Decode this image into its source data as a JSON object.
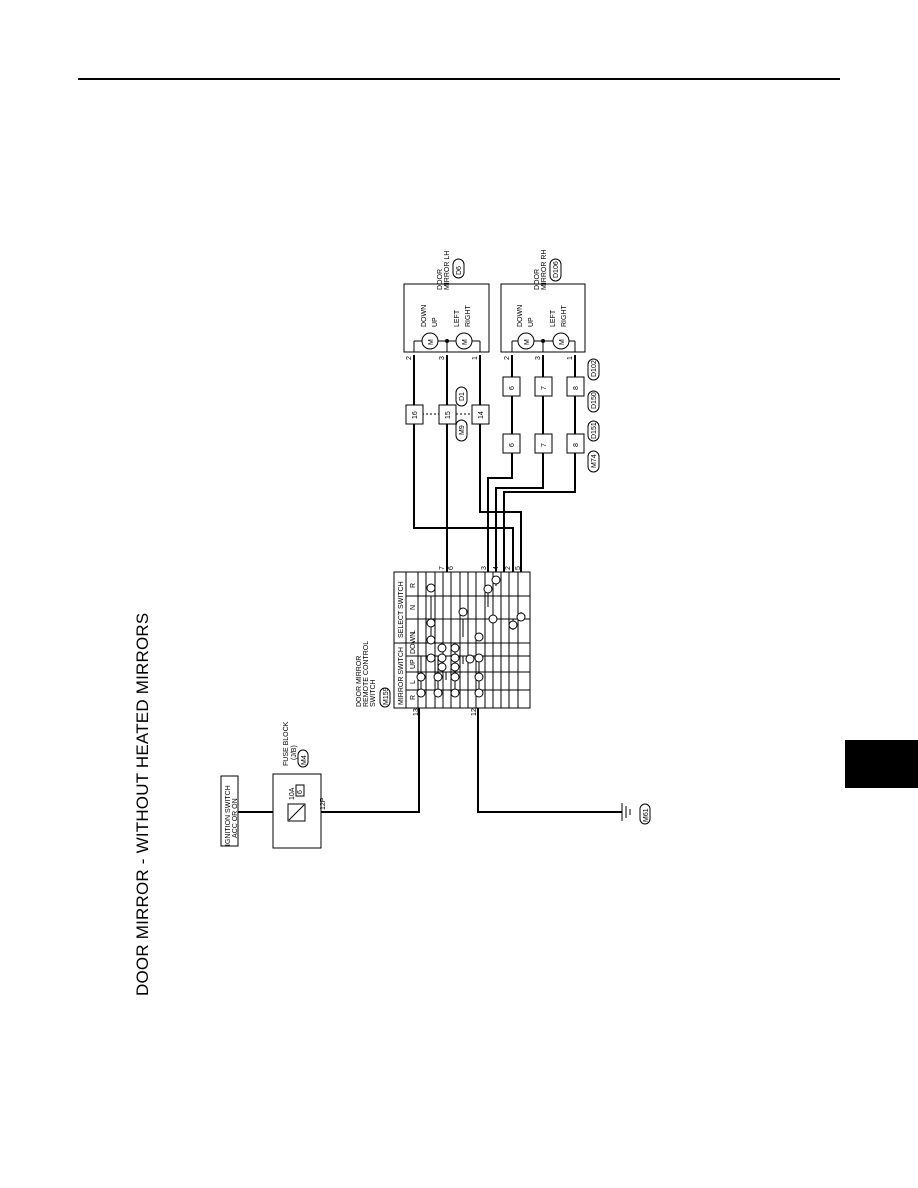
{
  "page": {
    "title": "DOOR MIRROR - WITHOUT HEATED MIRRORS"
  },
  "ignition": {
    "line1": "IGNITION SWITCH",
    "line2": "ACC OR ON"
  },
  "fuse": {
    "title": "FUSE BLOCK",
    "sub": "(J/B)",
    "connector": "M4",
    "rating": "10A",
    "number": "6",
    "terminal": "12P"
  },
  "ground": {
    "connector": "M61"
  },
  "switch": {
    "line1": "DOOR MIRROR",
    "line2": "REMOTE CONTROL",
    "line3": "SWITCH",
    "connector": "M159",
    "mirror_header": "MIRROR SWITCH",
    "select_header": "SELECT SWITCH",
    "cols": [
      "R",
      "L",
      "UP",
      "DOWN",
      "L",
      "N",
      "R"
    ],
    "pins_left": [
      "13",
      "12"
    ],
    "pins_right": [
      "7",
      "6",
      "3",
      "4",
      "2",
      "5"
    ]
  },
  "mirror_lh": {
    "line1": "DOOR",
    "line2": "MIRROR LH",
    "connector": "D6",
    "labels": [
      "DOWN",
      "UP",
      "LEFT",
      "RIGHT"
    ],
    "pins": [
      "2",
      "3",
      "1"
    ]
  },
  "mirror_rh": {
    "line1": "DOOR",
    "line2": "MIRROR RH",
    "connector": "D106",
    "labels": [
      "DOWN",
      "UP",
      "LEFT",
      "RIGHT"
    ],
    "pins": [
      "2",
      "3",
      "1"
    ]
  },
  "connectors_lh": {
    "upper": "M9",
    "lower": "D1",
    "pins": [
      "16",
      "15",
      "14"
    ]
  },
  "connectors_rh": {
    "near": [
      "M74",
      "D151"
    ],
    "far": [
      "D150",
      "D102"
    ],
    "pins": [
      "6",
      "7",
      "8"
    ]
  },
  "motor_symbol": "M"
}
